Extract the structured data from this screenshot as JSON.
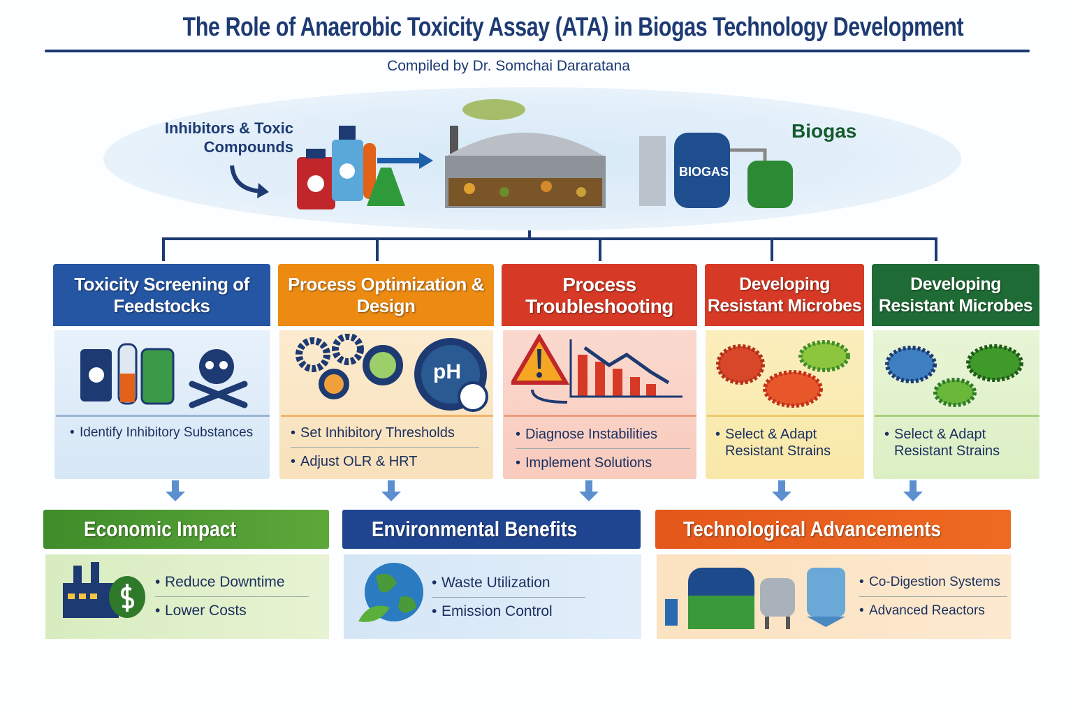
{
  "header": {
    "title": "The Role of Anaerobic Toxicity Assay (ATA) in Biogas Technology Development",
    "subtitle": "Compiled by Dr. Somchai Dararatana"
  },
  "hero": {
    "inhibitors_label": "Inhibitors & Toxic Compounds",
    "tank_label": "BIOGAS",
    "output_label": "Biogas"
  },
  "categories": [
    {
      "title": "Toxicity Screening of Feedstocks",
      "bullets": [
        "Identify Inhibitory Substances"
      ],
      "color": "#2456a4"
    },
    {
      "title": "Process Optimization & Design",
      "icon_text": "pH",
      "bullets": [
        "Set Inhibitory Thresholds",
        "Adjust OLR & HRT"
      ],
      "color": "#ec8a12"
    },
    {
      "title": "Process Troubleshooting",
      "bullets": [
        "Diagnose Instabilities",
        "Implement Solutions"
      ],
      "color": "#d63a26"
    },
    {
      "title": "Developing Resistant Microbes",
      "bullets": [
        "Select & Adapt Resistant Strains"
      ],
      "color": "#d63a26"
    },
    {
      "title": "Developing Resistant Microbes",
      "bullets": [
        "Select & Adapt Resistant Strains"
      ],
      "color": "#1f6b35"
    }
  ],
  "outcomes": [
    {
      "title": "Economic Impact",
      "bullets": [
        "Reduce Downtime",
        "Lower Costs"
      ],
      "color": "#3f8c2a"
    },
    {
      "title": "Environmental Benefits",
      "bullets": [
        "Waste Utilization",
        "Emission Control"
      ],
      "color": "#1f4591"
    },
    {
      "title": "Technological Advancements",
      "bullets": [
        "Co-Digestion Systems",
        "Advanced Reactors"
      ],
      "color": "#e4571a"
    }
  ]
}
